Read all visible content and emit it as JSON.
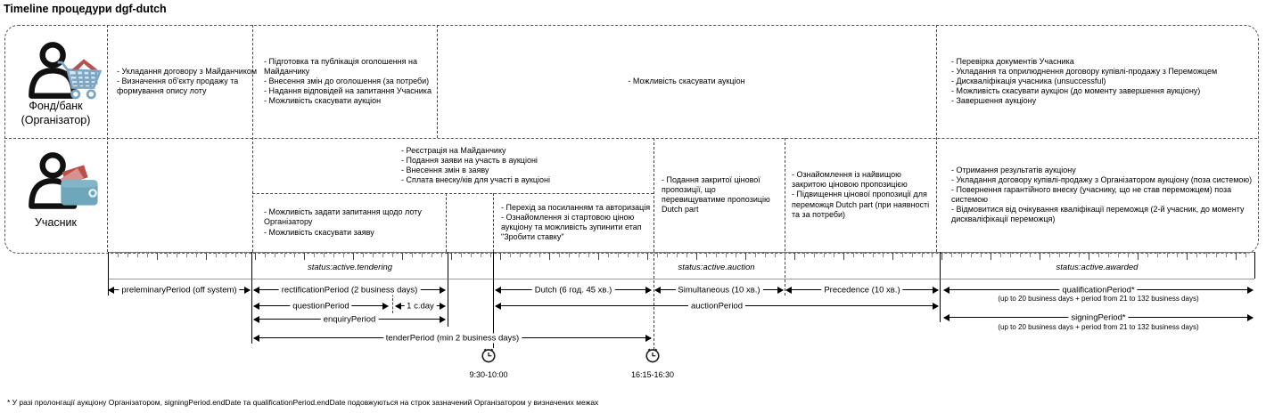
{
  "title": "Timeline процедури dgf-dutch",
  "lanes": {
    "organizer": {
      "label": "Фонд/банк\n(Організатор)",
      "icon": "person-shopping-cart",
      "cells": {
        "contract": [
          "- Укладання договору з Майданчиком",
          "- Визначення об'єкту продажу та формування опису лоту"
        ],
        "publication": [
          "- Підготовка та публікація оголошення на Майданчику",
          "- Внесення змін до оголошення (за потреби)",
          "- Надання відповідей на запитання Учасника",
          "- Можливість скасувати аукціон"
        ],
        "cancel": [
          "- Можливість скасувати аукціон"
        ],
        "award": [
          "- Перевірка документів Учасника",
          "- Укладання та оприлюднення договору купівлі-продажу з Переможцем",
          "- Дискваліфікація учасника (unsuccessful)",
          "- Можливість скасувати аукціон (до моменту завершення аукціону)",
          "- Завершення аукціону"
        ]
      }
    },
    "participant": {
      "label": "Учасник",
      "icon": "person-wallet",
      "cells": {
        "registration": [
          "- Реєстрація на Майданчику",
          "- Подання заяви на участь в аукціоні",
          "- Внесення змін в заяву",
          "- Сплата внеску/ків для участі в аукціоні"
        ],
        "questions": [
          "- Можливість задати запитання щодо лоту Організатору",
          "- Можливість скасувати заяву"
        ],
        "auth": [
          "- Перехід за посиланням та авторизація",
          "- Ознайомлення зі стартовою ціною аукціону та можливість зупинити етап \"Зробити ставку\""
        ],
        "sealed_bid": [
          "- Подання закритої цінової пропозиції, що перевищуватиме пропозицію Dutch part"
        ],
        "best_bid": [
          "- Ознайомлення із найвищою закритою ціновою пропозицією",
          "- Підвищення цінової пропозиції для переможця Dutch part (при наявності та за потреби)"
        ],
        "results": [
          "- Отримання результатів аукціону",
          "- Укладання договору купівлі-продажу з Організатором аукціону (поза системою)",
          "- Повернення гарантійного внеску (учаснику, що не став переможцем) поза системою",
          "- Відмовитися від очікування кваліфікації переможця (2-й учасник, до моменту дискваліфікації переможця)"
        ]
      }
    }
  },
  "statuses": {
    "tendering": "status:active.tendering",
    "auction": "status:active.auction",
    "awarded": "status:active.awarded"
  },
  "periods": {
    "preleminary": "preleminaryPeriod (off system)",
    "rectification": "rectificationPeriod (2 business days)",
    "question": "questionPeriod",
    "one_cday": "1 c.day",
    "enquiry": "enquiryPeriod",
    "tender": "tenderPeriod (min 2 business days)",
    "dutch": "Dutch (6 год. 45 хв.)",
    "simultaneous": "Simultaneous (10 хв.)",
    "precedence": "Precedence (10 хв.)",
    "auction": "auctionPeriod",
    "qualification": "qualificationPeriod*",
    "qualification_sub": "(up to 20 business days + period from 21 to 132 business days)",
    "signing": "signingPeriod*",
    "signing_sub": "(up to 20 business days + period from 21 to 132 business days)"
  },
  "clocks": {
    "morning": "9:30-10:00",
    "evening": "16:15-16:30"
  },
  "footnote": "* У разі пролонгації аукціону Організатором, signingPeriod.endDate та qualificationPeriod.endDate подовжуються на строк зазначений Організатором у визначених межах",
  "colors": {
    "cart_blue": "#7ca6c4",
    "basket_fill": "#d7e7f2",
    "roof_red": "#b5524e",
    "wallet_blue": "#6ea7bb",
    "wallet_flap": "#83b5c7",
    "card_red": "#bb4f49",
    "card_light": "#d8918c"
  }
}
